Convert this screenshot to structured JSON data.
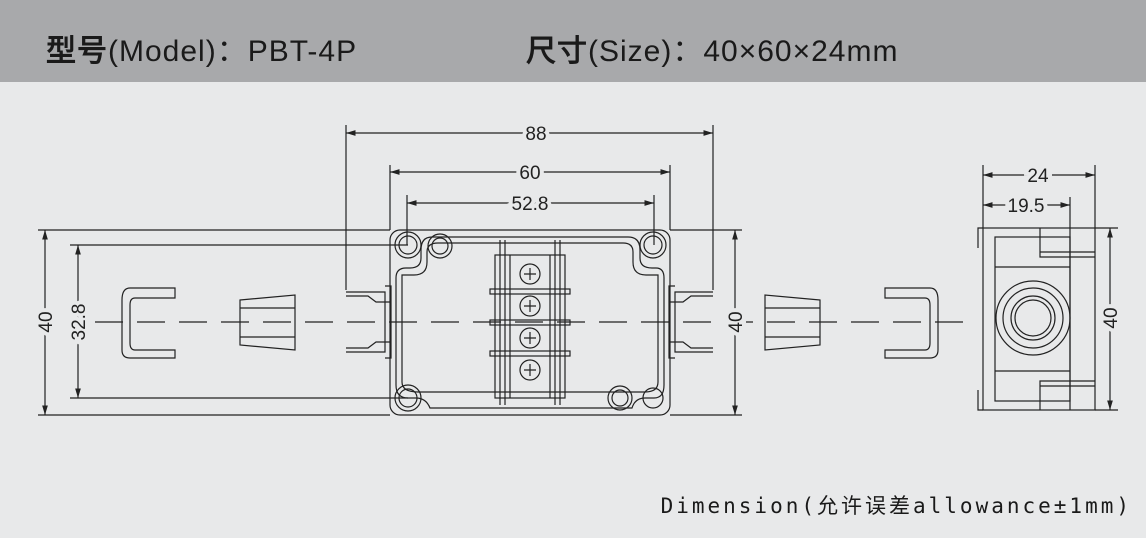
{
  "header": {
    "model_label": "型号",
    "model_paren": "(Model)：",
    "model_value": "PBT-4P",
    "size_label": "尺寸",
    "size_paren": "(Size)：",
    "size_value": "40×60×24mm"
  },
  "dimensions": {
    "overall_length": "88",
    "body_length": "60",
    "hole_spacing_x": "52.8",
    "height_left": "40",
    "hole_spacing_y": "32.8",
    "height_mid": "40",
    "side_depth": "24",
    "side_inner_depth": "19.5",
    "height_right": "40"
  },
  "footer": {
    "note": "Dimension(允许误差allowance±1mm)"
  }
}
